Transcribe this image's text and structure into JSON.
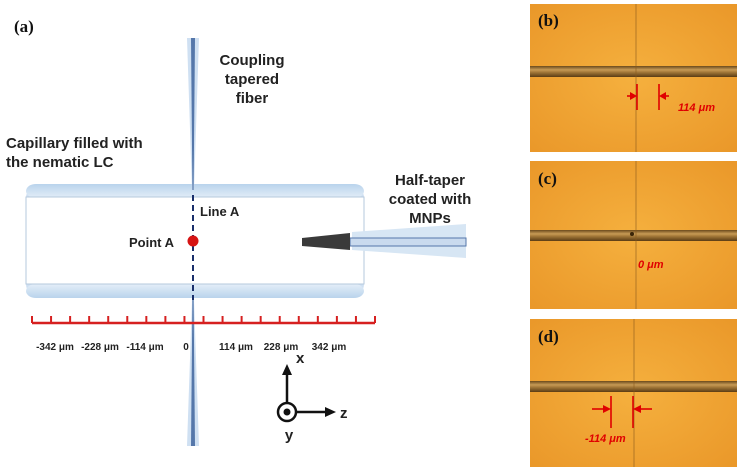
{
  "panels": {
    "a": {
      "label": "(a)"
    },
    "b": {
      "label": "(b)",
      "displacement": "114 μm"
    },
    "c": {
      "label": "(c)",
      "displacement": "0 μm"
    },
    "d": {
      "label": "(d)",
      "displacement": "-114 μm"
    }
  },
  "labels": {
    "coupling_fiber": [
      "Coupling",
      "tapered",
      "fiber"
    ],
    "capillary": [
      "Capillary filled with",
      "the nematic LC"
    ],
    "half_taper": [
      "Half-taper",
      "coated with",
      "MNPs"
    ],
    "line_a": "Line A",
    "point_a": "Point A"
  },
  "scale": {
    "ticks": [
      {
        "label": "-342 μm"
      },
      {
        "label": "-228 μm"
      },
      {
        "label": "-114 μm"
      },
      {
        "label": "0"
      },
      {
        "label": "114 μm"
      },
      {
        "label": "228 μm"
      },
      {
        "label": "342 μm"
      }
    ]
  },
  "axes": {
    "x": "x",
    "y": "y",
    "z": "z"
  },
  "colors": {
    "scale": "#d62020",
    "point": "#d61414",
    "fiber": "#5577aa",
    "fiber_halo": "#cfe0f2",
    "capillary_fill": "#ffffff",
    "capillary_cap": "#cbdff0",
    "micrograph_bg": "#f0a030",
    "marker": "#e00000"
  }
}
